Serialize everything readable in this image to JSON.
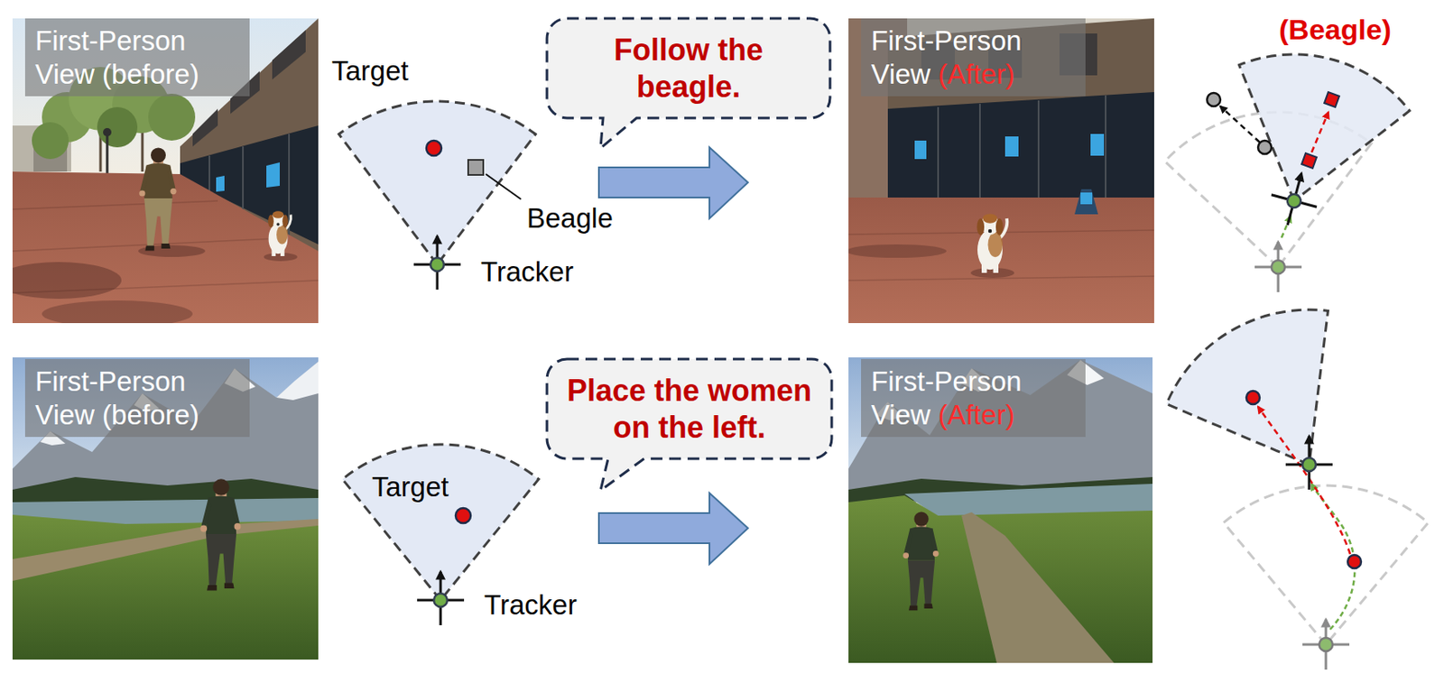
{
  "diagram": {
    "nodes": [
      {
        "text": [
          "First-Person View (before)"
        ]
      },
      {
        "text": [
          "Follow the beagle."
        ]
      },
      {
        "text": [
          "First-Person View",
          "(After)"
        ]
      },
      {
        "text": [
          "First-Person View (before)"
        ]
      },
      {
        "text": [
          "Place the women on the left."
        ]
      },
      {
        "text": [
          "First-Person View",
          "(After)"
        ]
      }
    ],
    "labels": [
      "Target",
      "Beagle",
      "Tracker",
      "(Beagle)",
      "Target",
      "Tracker"
    ]
  }
}
